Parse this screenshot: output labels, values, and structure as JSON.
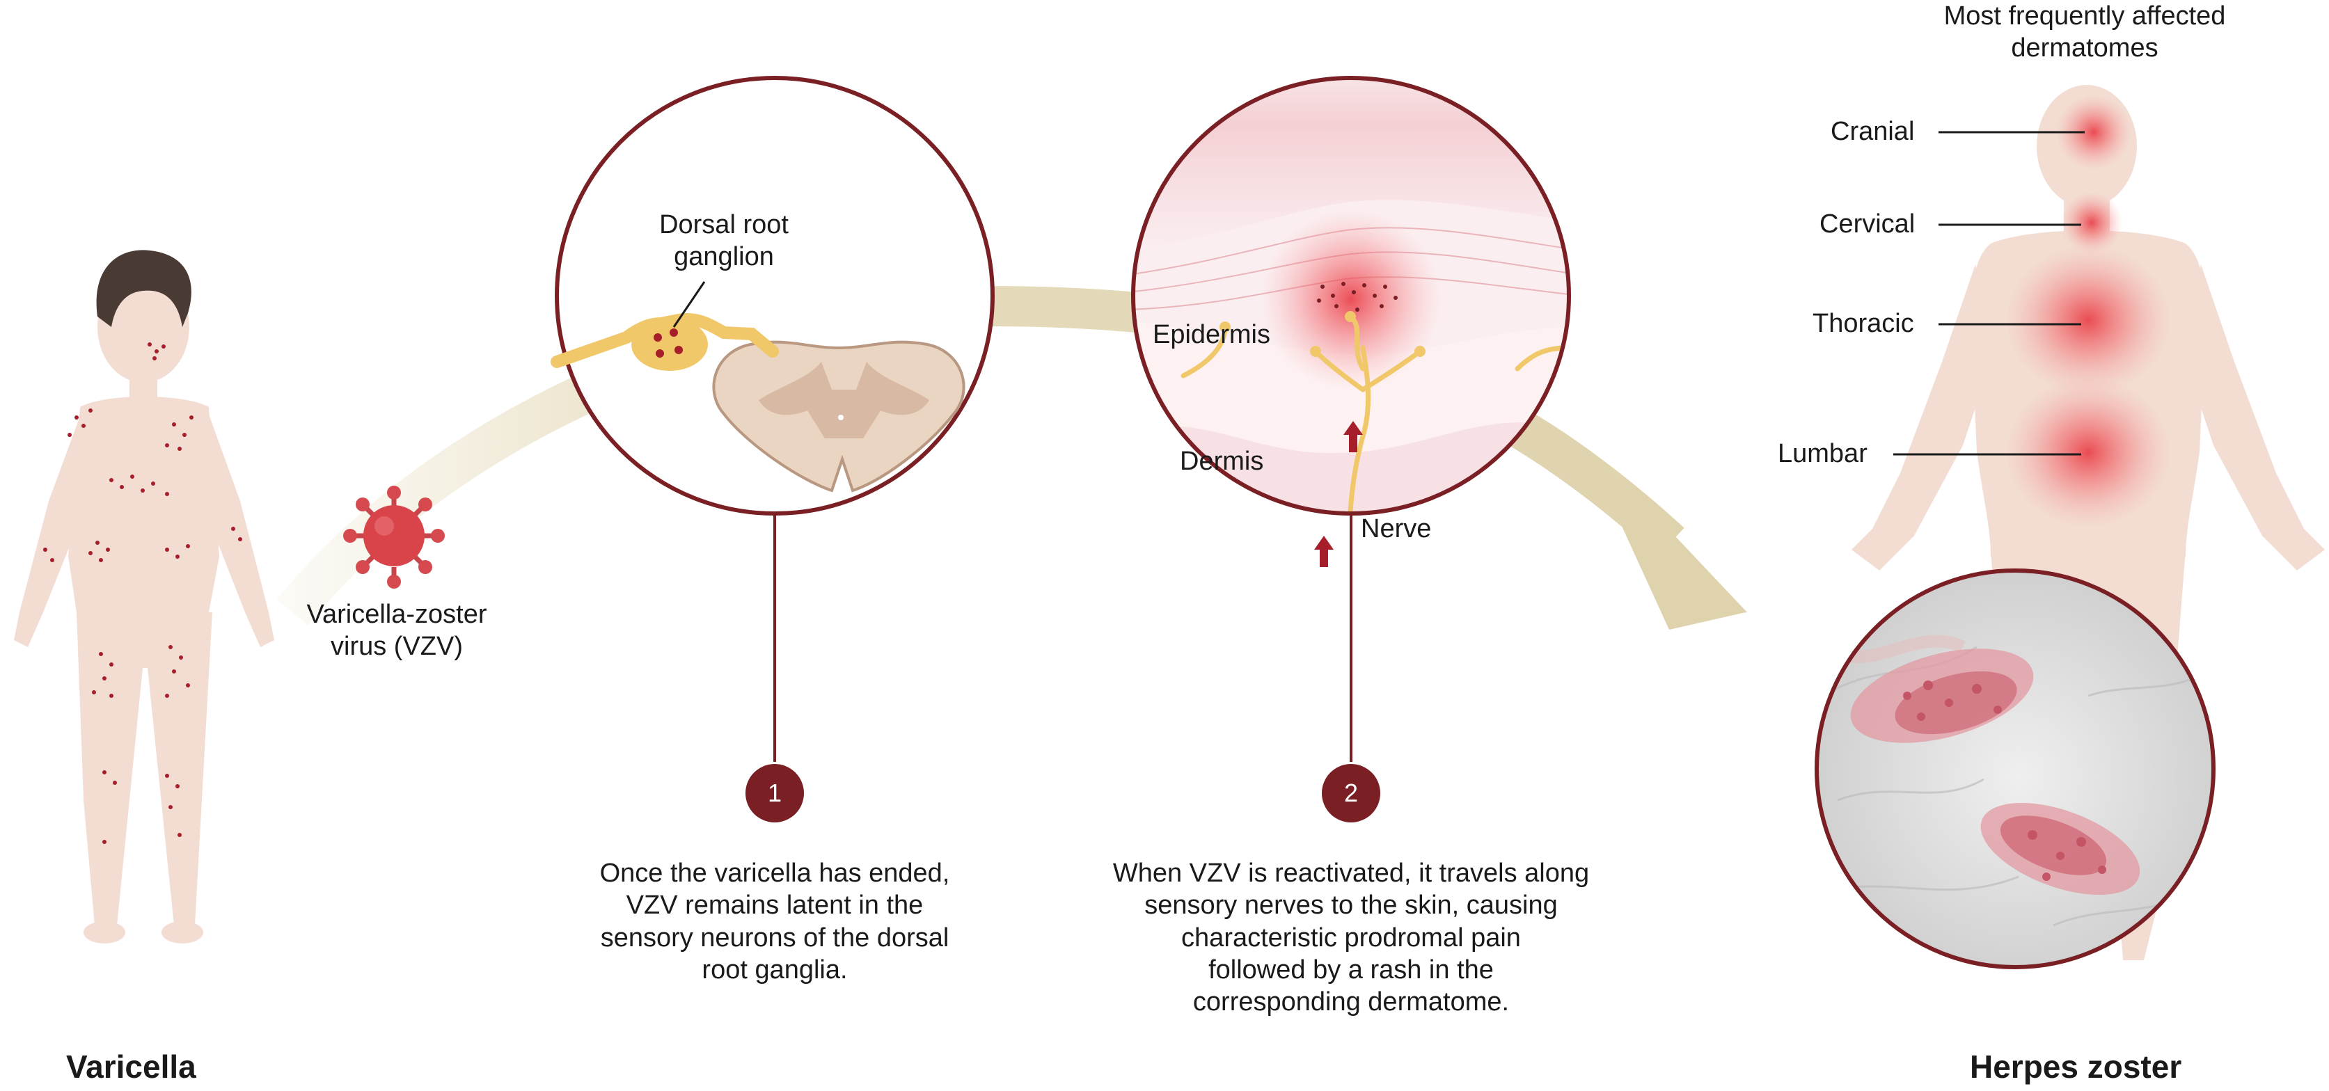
{
  "colors": {
    "accent": "#7a1f24",
    "rash": "#d6323a",
    "skin": "#f3ddd3",
    "nerve": "#f0c869",
    "arrow": "#e6dcbe"
  },
  "left_panel": {
    "title": "Varicella",
    "virus_label": "Varicella-zoster\nvirus (VZV)"
  },
  "circle_ganglion": {
    "label": "Dorsal root\nganglion"
  },
  "circle_skin": {
    "epidermis": "Epidermis",
    "dermis": "Dermis",
    "nerve": "Nerve"
  },
  "steps": [
    {
      "number": "1",
      "text": "Once the varicella has ended,\nVZV remains latent in the\nsensory neurons of the dorsal\nroot ganglia."
    },
    {
      "number": "2",
      "text": "When VZV is reactivated, it travels along\nsensory nerves to the skin, causing\ncharacteristic prodromal pain\nfollowed by a rash in the\ncorresponding dermatome."
    }
  ],
  "right_panel": {
    "title": "Herpes zoster",
    "header": "Most frequently affected\ndermatomes",
    "dermatomes": [
      "Cranial",
      "Cervical",
      "Thoracic",
      "Lumbar"
    ]
  }
}
